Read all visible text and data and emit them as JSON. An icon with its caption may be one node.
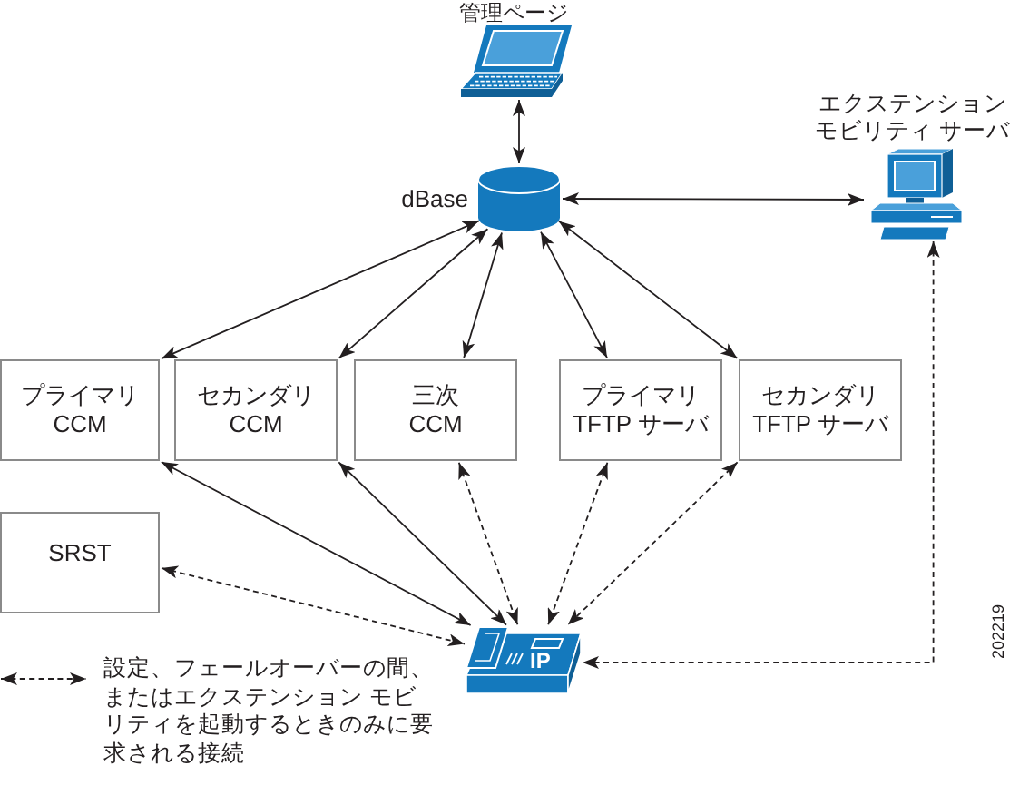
{
  "diagram": {
    "nodes": [
      {
        "text": [],
        "shape": "picture",
        "beside": [
          "管理ページ"
        ]
      },
      {
        "text": [],
        "shape": "cylinder",
        "beside": [
          "dBase"
        ]
      },
      {
        "text": [],
        "shape": "picture",
        "beside": [
          "エクステンションモビリティ サーバ"
        ]
      },
      {
        "text": [
          "プライマリ CCM"
        ]
      },
      {
        "text": [
          "セカンダリ CCM"
        ]
      },
      {
        "text": [
          "三次 CCM"
        ]
      },
      {
        "text": [
          "プライマリ TFTP サーバ"
        ]
      },
      {
        "text": [
          "セカンダリ TFTP サーバ"
        ]
      },
      {
        "text": [
          "SRST"
        ]
      },
      {
        "text": [
          "IP"
        ]
      }
    ],
    "edges": [
      {
        "from": 0,
        "to": 1,
        "arrow": "both"
      },
      {
        "from": 1,
        "to": 2,
        "arrow": "both"
      },
      {
        "from": 1,
        "to": 3,
        "arrow": "both"
      },
      {
        "from": 1,
        "to": 4,
        "arrow": "both"
      },
      {
        "from": 1,
        "to": 5,
        "arrow": "both"
      },
      {
        "from": 1,
        "to": 6,
        "arrow": "both"
      },
      {
        "from": 1,
        "to": 7,
        "arrow": "both"
      },
      {
        "from": 3,
        "to": 9,
        "arrow": "both"
      },
      {
        "from": 4,
        "to": 9,
        "arrow": "both"
      },
      {
        "from": 5,
        "to": 9,
        "arrow": "both",
        "style": "dashed"
      },
      {
        "from": 6,
        "to": 9,
        "arrow": "both",
        "style": "dashed"
      },
      {
        "from": 7,
        "to": 9,
        "arrow": "both",
        "style": "dashed"
      },
      {
        "from": 8,
        "to": 9,
        "arrow": "both",
        "style": "dashed"
      },
      {
        "from": 2,
        "to": 9,
        "arrow": "both",
        "style": "dashed"
      }
    ],
    "labels": [
      "202219"
    ],
    "legend": [
      {
        "text": "設定、フェールオーバーの間、またはエクステンション モビリティを起動するときのみに要求される接続"
      }
    ]
  }
}
